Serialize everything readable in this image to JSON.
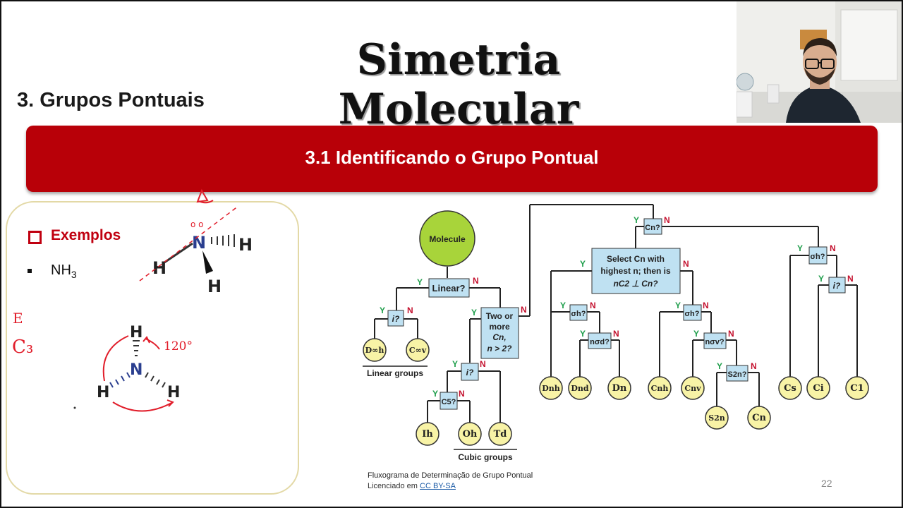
{
  "slide": {
    "title": "Simetria Molecular",
    "section": "3. Grupos Pontuais",
    "banner": "3.1 Identificando o Grupo Pontual",
    "examples_heading": "Exemplos",
    "example_item": "NH",
    "example_item_sub": "3",
    "page_number": "22"
  },
  "molecule_labels": {
    "n_top": "N",
    "h_right": "H",
    "h_left": "H",
    "h_bottom": "H",
    "n_center": "N",
    "h_top2": "H",
    "h_left2": "H",
    "h_right2": "H"
  },
  "handwriting": {
    "e": "E",
    "c3": "C₃",
    "angle": "120°",
    "oo": "o o"
  },
  "flowchart": {
    "molecule": "Molecule",
    "linear": "Linear?",
    "i1": "i?",
    "two_or_more_l1": "Two or",
    "two_or_more_l2": "more",
    "two_or_more_l3": "Cn,",
    "two_or_more_l4": "n > 2?",
    "i2": "i?",
    "cs1": "C5?",
    "cn": "Cn?",
    "select_l1": "Select Cn with",
    "select_l2": "highest n; then is",
    "select_l3": "nC2 ⊥ Cn?",
    "sigma_h_1": "σh?",
    "n_sigma_d": "nσd?",
    "sigma_h_2": "σh?",
    "n_sigma_v": "nσv?",
    "s2n": "S2n?",
    "sigma_h_3": "σh?",
    "i3": "i?",
    "yes": "Y",
    "no": "N",
    "linear_groups": "Linear groups",
    "cubic_groups": "Cubic groups",
    "groups": {
      "dinfh": "D∞h",
      "cinfv": "C∞v",
      "ih": "Ih",
      "oh": "Oh",
      "td": "Td",
      "dnh": "Dnh",
      "dnd": "Dnd",
      "dn": "Dn",
      "cnh": "Cnh",
      "cnv": "Cnv",
      "s2n": "S2n",
      "cn": "Cn",
      "cs": "Cs",
      "ci": "Ci",
      "c1": "C1"
    }
  },
  "caption": {
    "line1": "Fluxograma de Determinação de Grupo Pontual",
    "line2_prefix": "Licenciado em ",
    "link": "CC BY-SA"
  },
  "colors": {
    "banner": "#b80008",
    "accent_red": "#c00010",
    "flow_box": "#bfe1f2",
    "flow_end": "#f8f3a6",
    "molecule_node": "#a8d43a",
    "yes_green": "#1f9e4b",
    "no_red": "#c4122f",
    "ink_red": "#e11d2a"
  }
}
